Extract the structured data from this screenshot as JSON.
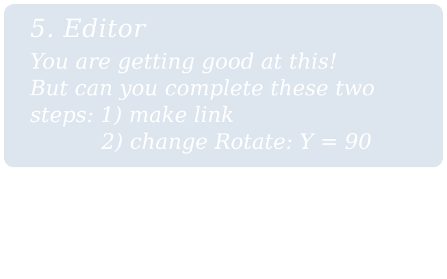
{
  "tutorial": {
    "title": "5. Editor",
    "lines": [
      "You are getting good at this!",
      "But can you complete these two",
      "steps: 1) make link",
      "2) change Rotate: Y = 90"
    ]
  },
  "colors": {
    "card_background": "#dde5ee",
    "text": "#ffffff",
    "page_background": "#ffffff"
  }
}
